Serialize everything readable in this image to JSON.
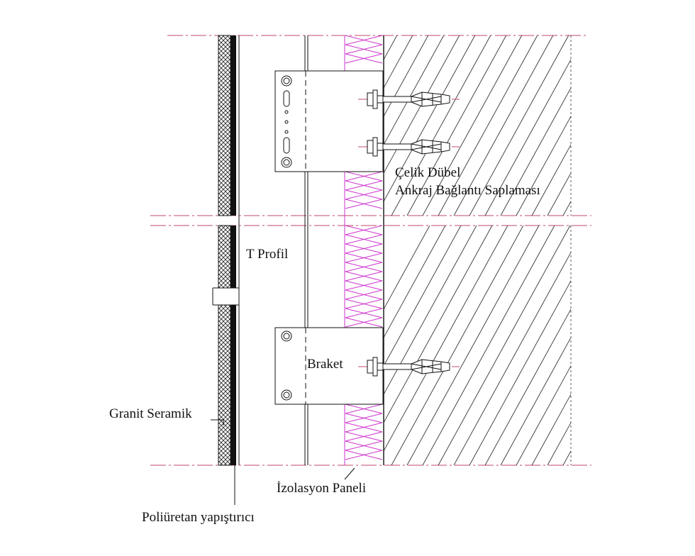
{
  "labels": {
    "celik_dubel": "Çelik Dübel",
    "ankraj": "Ankraj Bağlantı Saplaması",
    "t_profil": "T Profil",
    "braket": "Braket",
    "granit": "Granit Seramik",
    "izolasyon": "İzolasyon Paneli",
    "poliuretan": "Poliüretan yapıştırıcı"
  },
  "colors": {
    "insulation": "#cc33cc",
    "centerline": "#c24a6a",
    "line": "#111111",
    "hatch": "#333333"
  }
}
